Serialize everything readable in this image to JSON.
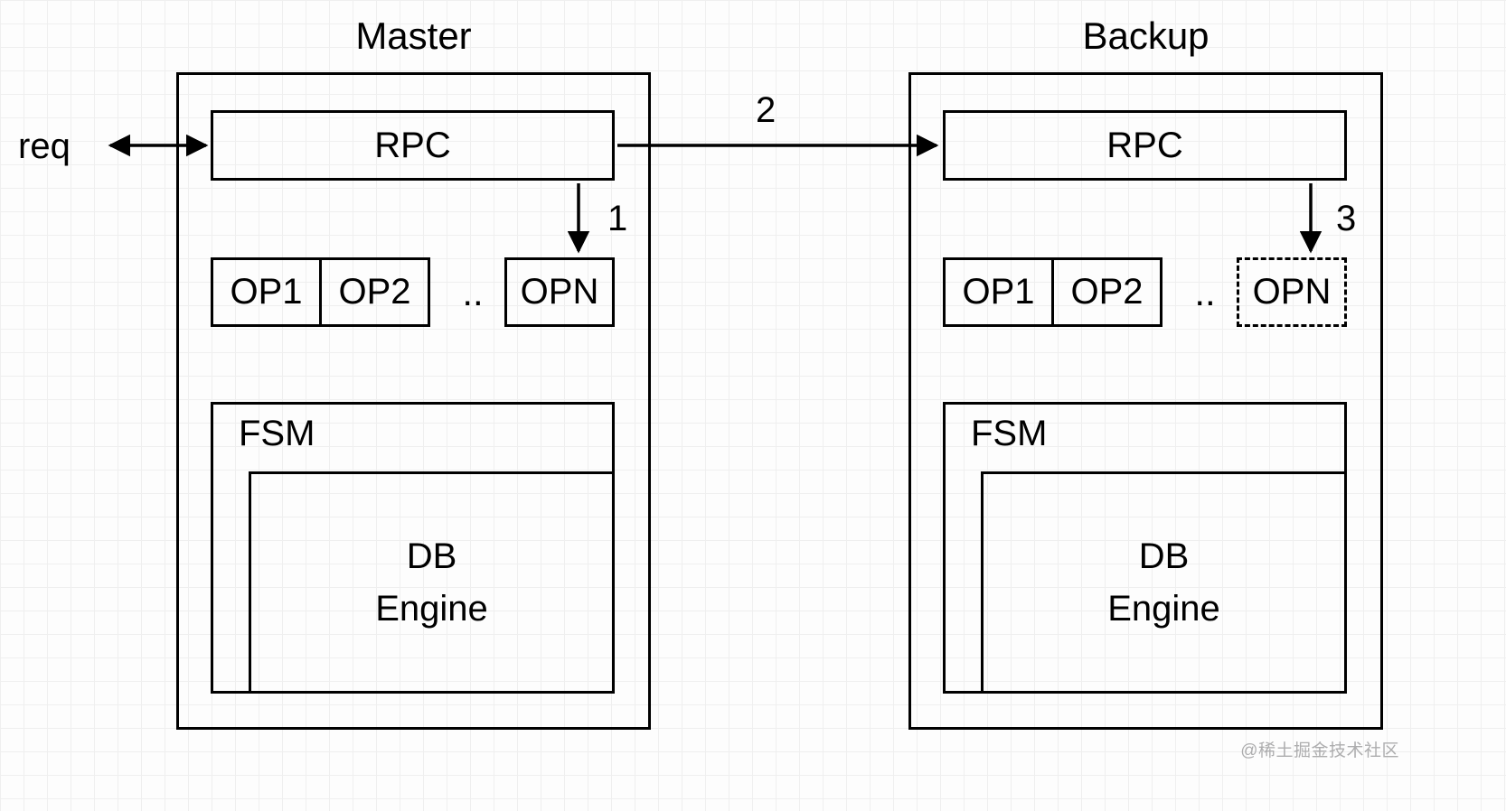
{
  "diagram": {
    "watermark": "@稀土掘金技术社区"
  },
  "labels": {
    "req": "req",
    "step_1": "1",
    "step_2": "2",
    "step_3": "3"
  },
  "master": {
    "title": "Master",
    "rpc": "RPC",
    "op1": "OP1",
    "op2": "OP2",
    "dots": "..",
    "opn": "OPN",
    "fsm": "FSM",
    "db_engine_line1": "DB",
    "db_engine_line2": "Engine"
  },
  "backup": {
    "title": "Backup",
    "rpc": "RPC",
    "op1": "OP1",
    "op2": "OP2",
    "dots": "..",
    "opn": "OPN",
    "fsm": "FSM",
    "db_engine_line1": "DB",
    "db_engine_line2": "Engine"
  }
}
